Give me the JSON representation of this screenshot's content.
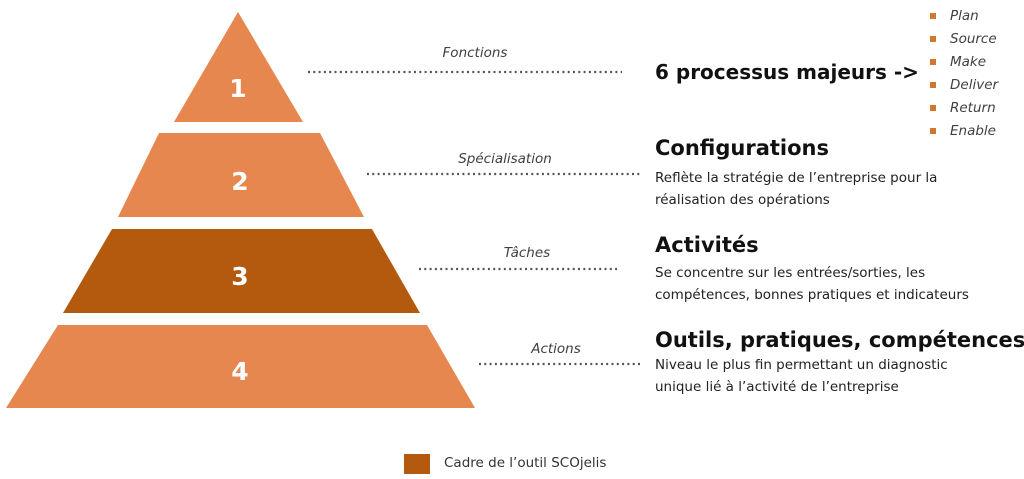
{
  "colors": {
    "light_level": "#E5874F",
    "dark_level": "#B35A0F",
    "bullet": "#D4772E",
    "dots": "#555555"
  },
  "pyramid": {
    "levels": [
      {
        "number": "1",
        "function": "Fonctions"
      },
      {
        "number": "2",
        "function": "Spécialisation"
      },
      {
        "number": "3",
        "function": "Tâches"
      },
      {
        "number": "4",
        "function": "Actions"
      }
    ]
  },
  "level1": {
    "heading": "6 processus majeurs ->",
    "processes": [
      "Plan",
      "Source",
      "Make",
      "Deliver",
      "Return",
      "Enable"
    ]
  },
  "level2": {
    "heading": "Configurations",
    "desc_line1": "Reflète la stratégie de l’entreprise pour la",
    "desc_line2": "réalisation des opérations"
  },
  "level3": {
    "heading": "Activités",
    "desc_line1": "Se concentre sur les entrées/sorties, les",
    "desc_line2": "compétences, bonnes pratiques et indicateurs"
  },
  "level4": {
    "heading": "Outils, pratiques, compétences",
    "desc_line1": "Niveau le plus fin permettant un diagnostic",
    "desc_line2": "unique lié à l’activité de l’entreprise"
  },
  "legend": {
    "label": "Cadre de l’outil SCOjelis"
  }
}
